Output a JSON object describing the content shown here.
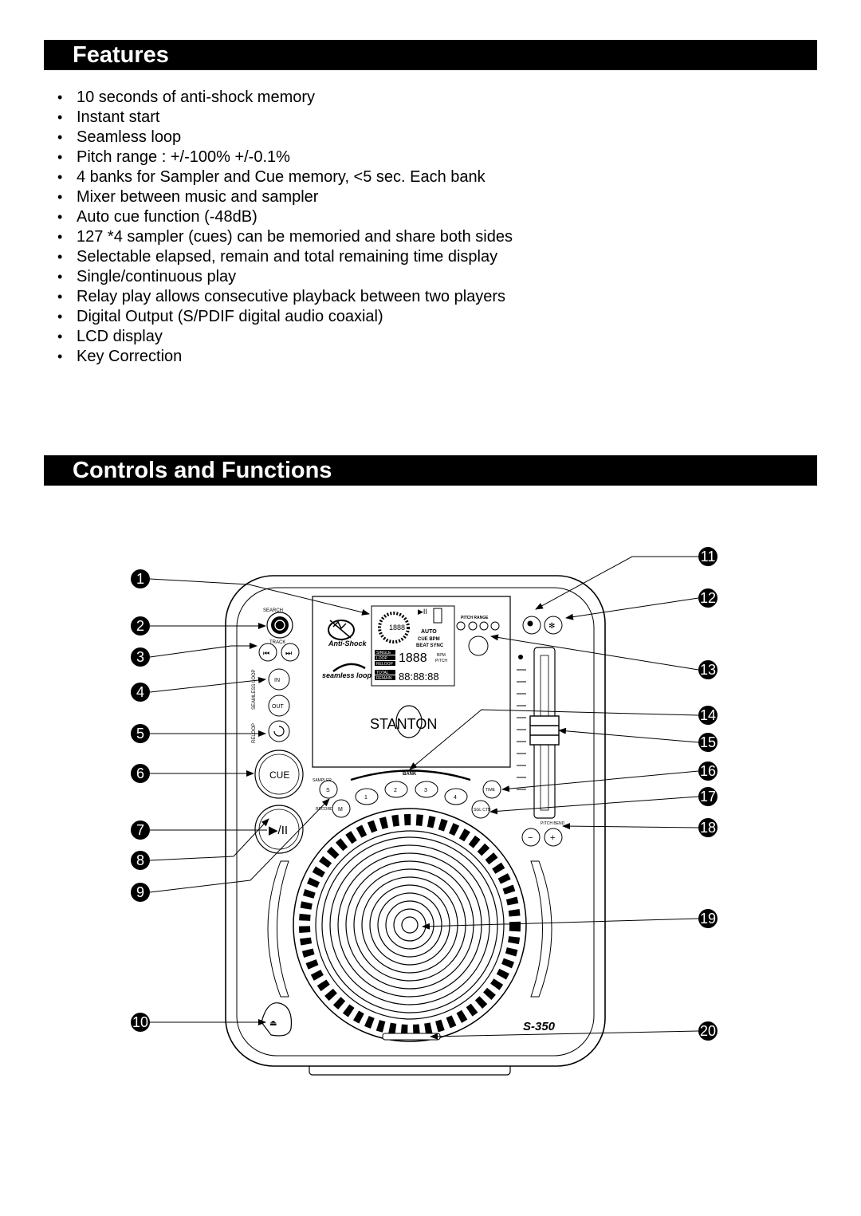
{
  "features": {
    "title": "Features",
    "items": [
      "10 seconds of anti-shock memory",
      "Instant start",
      "Seamless loop",
      "Pitch range : +/-100% +/-0.1%",
      "4 banks for Sampler and Cue memory, <5 sec. Each bank",
      "Mixer between music and sampler",
      "Auto cue function (-48dB)",
      "127 *4 sampler (cues) can be memoried and share both sides",
      "Selectable elapsed, remain and total remaining time display",
      "Single/continuous play",
      "Relay play allows consecutive playback between two players",
      "Digital Output (S/PDIF digital audio coaxial)",
      "LCD display",
      "Key Correction"
    ]
  },
  "controls": {
    "title": "Controls and Functions",
    "callouts": [
      "1",
      "2",
      "3",
      "4",
      "5",
      "6",
      "7",
      "8",
      "9",
      "10",
      "11",
      "12",
      "13",
      "14",
      "15",
      "16",
      "17",
      "18",
      "19",
      "20"
    ]
  },
  "device": {
    "search_label": "SEARCH",
    "track_label": "TRACK",
    "seamless_loop_label": "SEAMLESS LOOP",
    "reloop_label": "RELOOP",
    "in_label": "IN",
    "out_label": "OUT",
    "cue_label": "CUE",
    "play_pause_label": "▶/II",
    "sampler_label": "SAMPLER",
    "record_label": "RECORD",
    "s_label": "S",
    "m_label": "M",
    "bank_label": "BANK",
    "bank_buttons": [
      "1",
      "2",
      "3",
      "4"
    ],
    "time_label": "TIME",
    "sgl_ctn_label": "SGL CTN",
    "pitch_range_label": "PITCH RANGE",
    "pitch_bend_label": "PITCH BEND",
    "minus_label": "−",
    "plus_label": "+",
    "anti_shock_label": "Anti-Shock",
    "seamless_loop_logo": "seamless loop",
    "brand": "STANTON",
    "model": "S-350",
    "lcd": {
      "auto": "AUTO",
      "cue_bpm": "CUE BPM",
      "beat_sync": "BEAT SYNC",
      "single": "SINGLE",
      "loop": "LOOP",
      "reloop": "RELOOP",
      "total": "TOTAL",
      "remain": "REMAIN",
      "digits_main": "1888",
      "digits_time": "88:88:88",
      "bpm": "BPM",
      "pitch": "PITCH"
    }
  }
}
